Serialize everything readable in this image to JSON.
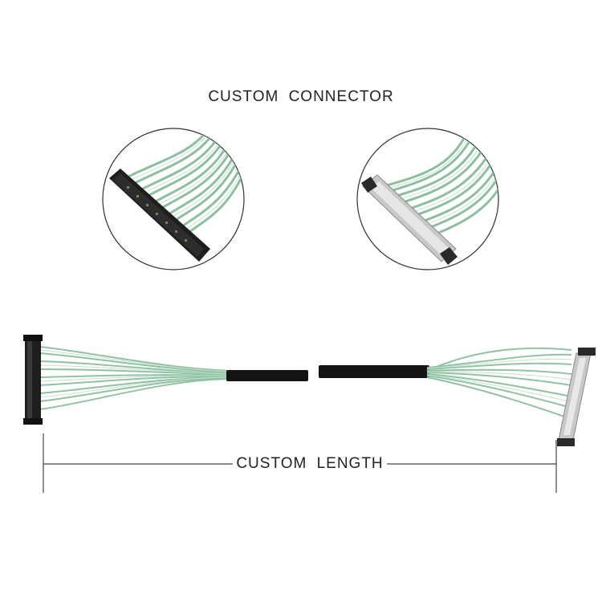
{
  "header": {
    "title": "CUSTOM CONNECTOR"
  },
  "dimension": {
    "label": "CUSTOM LENGTH"
  },
  "colors": {
    "wire": "#7fb394",
    "wire_light": "#b9d9c4",
    "jacket": "#141414",
    "connector_dark": "#1e1e1e",
    "connector_metal": "#c8c8c8",
    "outline": "#333333"
  },
  "icons": {
    "left_closeup": "black-connector-closeup",
    "right_closeup": "metal-shell-connector-closeup"
  }
}
